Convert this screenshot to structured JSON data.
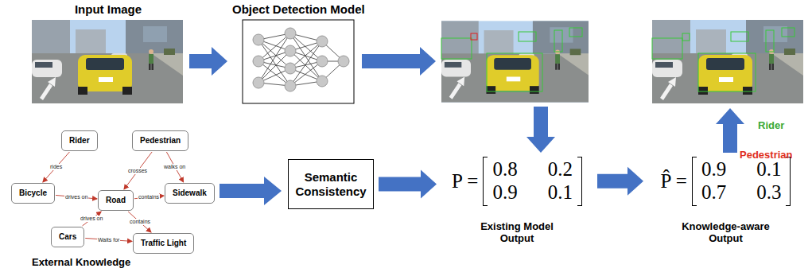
{
  "diagram": {
    "nodes": [
      {
        "text": [
          "Input Image"
        ]
      },
      {
        "text": [
          "Object Detection Model"
        ]
      },
      {
        "text": [
          "Rider"
        ]
      },
      {
        "text": [
          "Pedestrian"
        ]
      },
      {
        "text": [
          "Bicycle"
        ]
      },
      {
        "text": [
          "Road"
        ]
      },
      {
        "text": [
          "Sidewalk"
        ]
      },
      {
        "text": [
          "Cars"
        ]
      },
      {
        "text": [
          "Traffic Light"
        ]
      },
      {
        "text": [
          "Semantic Consistency"
        ]
      },
      {
        "text": [
          "P =",
          "0.8",
          "0.2",
          "0.9",
          "0.1",
          "Existing Model Output"
        ]
      },
      {
        "text": [
          "P̂ =",
          "0.9",
          "0.1",
          "0.7",
          "0.3",
          "Knowledge-aware Output"
        ]
      }
    ],
    "edges": [
      {
        "from": 0,
        "to": 1,
        "arrow": "to"
      },
      {
        "from": 2,
        "to": 4,
        "label": "rides",
        "arrow": "to"
      },
      {
        "from": 3,
        "to": 5,
        "label": "crosses",
        "arrow": "to"
      },
      {
        "from": 3,
        "to": 6,
        "label": "walks on",
        "arrow": "to"
      },
      {
        "from": 4,
        "to": 5,
        "label": "drives on",
        "arrow": "to"
      },
      {
        "from": 5,
        "to": 6,
        "label": "contains",
        "arrow": "to"
      },
      {
        "from": 5,
        "to": 8,
        "label": "contains",
        "arrow": "to"
      },
      {
        "from": 7,
        "to": 5,
        "label": "drives on",
        "arrow": "to"
      },
      {
        "from": 7,
        "to": 8,
        "label": "Waits for",
        "arrow": "to"
      },
      {
        "from": 9,
        "to": 10,
        "arrow": "to"
      },
      {
        "from": 10,
        "to": 11,
        "arrow": "to"
      }
    ],
    "labels": [
      "External Knowledge",
      "Rider",
      "Pedestrian"
    ]
  }
}
